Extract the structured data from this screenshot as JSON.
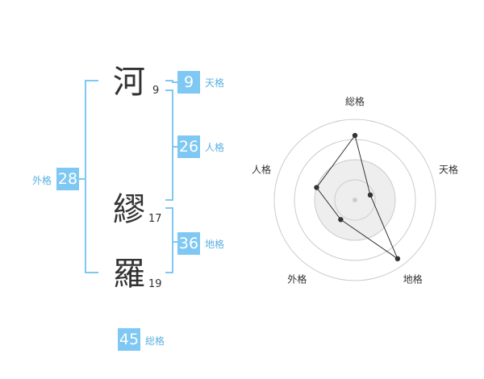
{
  "name": {
    "chars": [
      {
        "char": "河",
        "strokes": "9"
      },
      {
        "char": "繆",
        "strokes": "17"
      },
      {
        "char": "羅",
        "strokes": "19"
      }
    ]
  },
  "fortunes": {
    "tenkaku": {
      "value": "9",
      "label": "天格"
    },
    "jinkaku": {
      "value": "26",
      "label": "人格"
    },
    "chikaku": {
      "value": "36",
      "label": "地格"
    },
    "gaikaku": {
      "value": "28",
      "label": "外格"
    },
    "soukaku": {
      "value": "45",
      "label": "総格"
    }
  },
  "chart_data": {
    "type": "radar",
    "axes": [
      "総格",
      "天格",
      "地格",
      "外格",
      "人格"
    ],
    "values": [
      0.8,
      0.2,
      0.9,
      0.3,
      0.5
    ],
    "range": [
      0,
      1
    ],
    "rings": 4,
    "colors": {
      "accent": "#7ec8f3",
      "line": "#333333",
      "fill": "#eeeeee",
      "grid": "#cccccc"
    }
  }
}
